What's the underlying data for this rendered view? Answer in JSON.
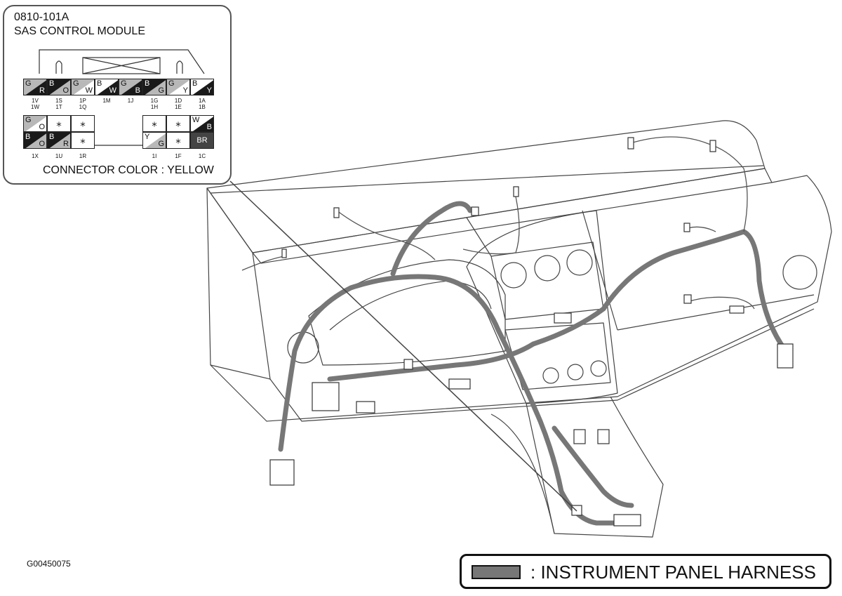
{
  "callout": {
    "code": "0810-101A",
    "module": "SAS CONTROL MODULE",
    "connector_color": "CONNECTOR COLOR : YELLOW"
  },
  "connector": {
    "top_row": [
      {
        "wires": [
          "G",
          "R"
        ],
        "style": "light-dark"
      },
      {
        "wires": [
          "B",
          "O"
        ],
        "style": "dark-light"
      },
      {
        "wires": [
          "G",
          "W"
        ],
        "style": "light-white"
      },
      {
        "wires": [
          "B",
          "W"
        ],
        "style": "white-dark"
      },
      {
        "wires": [
          "G",
          "B"
        ],
        "style": "light-dark"
      },
      {
        "wires": [
          "B",
          "G"
        ],
        "style": "dark-light"
      },
      {
        "wires": [
          "G",
          "Y"
        ],
        "style": "light-white"
      },
      {
        "wires": [
          "B",
          "Y"
        ],
        "style": "white-dark"
      }
    ],
    "top_pins_a": [
      "1V",
      "1S",
      "1P",
      "1M",
      "1J",
      "1G",
      "1D",
      "1A"
    ],
    "top_pins_b": [
      "1W",
      "1T",
      "1Q",
      "",
      "",
      "1H",
      "1E",
      "1B"
    ],
    "mid_row": [
      {
        "wires": [
          "G",
          "O"
        ],
        "style": "light-white",
        "col": 0
      },
      {
        "star": "⁎",
        "col": 1
      },
      {
        "star": "⁎",
        "col": 2
      },
      {
        "star": "⁎",
        "col": 5
      },
      {
        "star": "⁎",
        "col": 6
      },
      {
        "wires": [
          "W",
          "B"
        ],
        "style": "white-dark",
        "col": 7
      }
    ],
    "bot_row": [
      {
        "wires": [
          "B",
          "O"
        ],
        "style": "dark-light",
        "col": 0
      },
      {
        "wires": [
          "B",
          "R"
        ],
        "style": "dark-light",
        "col": 1
      },
      {
        "star": "⁎",
        "col": 2
      },
      {
        "wires": [
          "Y",
          "G"
        ],
        "style": "white-light",
        "col": 5
      },
      {
        "star": "⁎",
        "col": 6
      },
      {
        "solid": "BR",
        "col": 7
      }
    ],
    "bot_pins": [
      "1X",
      "1U",
      "1R",
      "",
      "",
      "1I",
      "1F",
      "1C"
    ]
  },
  "figure_id": "G00450075",
  "legend": {
    "label": ": INSTRUMENT PANEL HARNESS",
    "swatch_color": "#777777"
  },
  "colors": {
    "harness": "#777777",
    "outline": "#333333"
  }
}
